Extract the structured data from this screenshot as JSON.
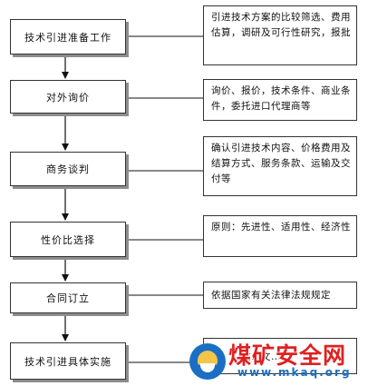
{
  "steps": [
    {
      "label": "技术引进准备工作"
    },
    {
      "label": "对外询价"
    },
    {
      "label": "商务谈判"
    },
    {
      "label": "性价比选择"
    },
    {
      "label": "合同订立"
    },
    {
      "label": "技术引进具体实施"
    }
  ],
  "notes": [
    {
      "text": "引进技术方案的比较筛选、费用估算，调研及可行性研究，报批"
    },
    {
      "text": "询价、报价，技术条件、商业条件，委托进口代理商等"
    },
    {
      "text": "确认引进技术内容、价格费用及结算方式、服务条款、运输及交付等"
    },
    {
      "text": "原则：先进性、适用性、经济性"
    },
    {
      "text": "依据国家有关法律法规规定"
    },
    {
      "text": "…文…文…"
    }
  ],
  "watermark": {
    "title": "煤矿安全网",
    "url": "www.mkaq.org",
    "colors": {
      "title": "#e02020",
      "url": "#1a6fc4",
      "logo": "#1a6fc4"
    }
  }
}
